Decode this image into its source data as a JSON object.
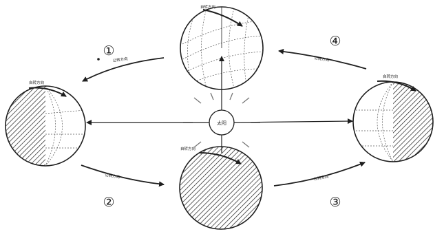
{
  "diagram": {
    "position_labels": [
      "①",
      "②",
      "③",
      "④"
    ],
    "rotation_label": "自转方向",
    "revolution_label": "公转方向",
    "sun_label": "太阳"
  },
  "colors": {
    "ink": "#1e1e1e",
    "sun_rays": "#777777",
    "background": "#ffffff"
  }
}
